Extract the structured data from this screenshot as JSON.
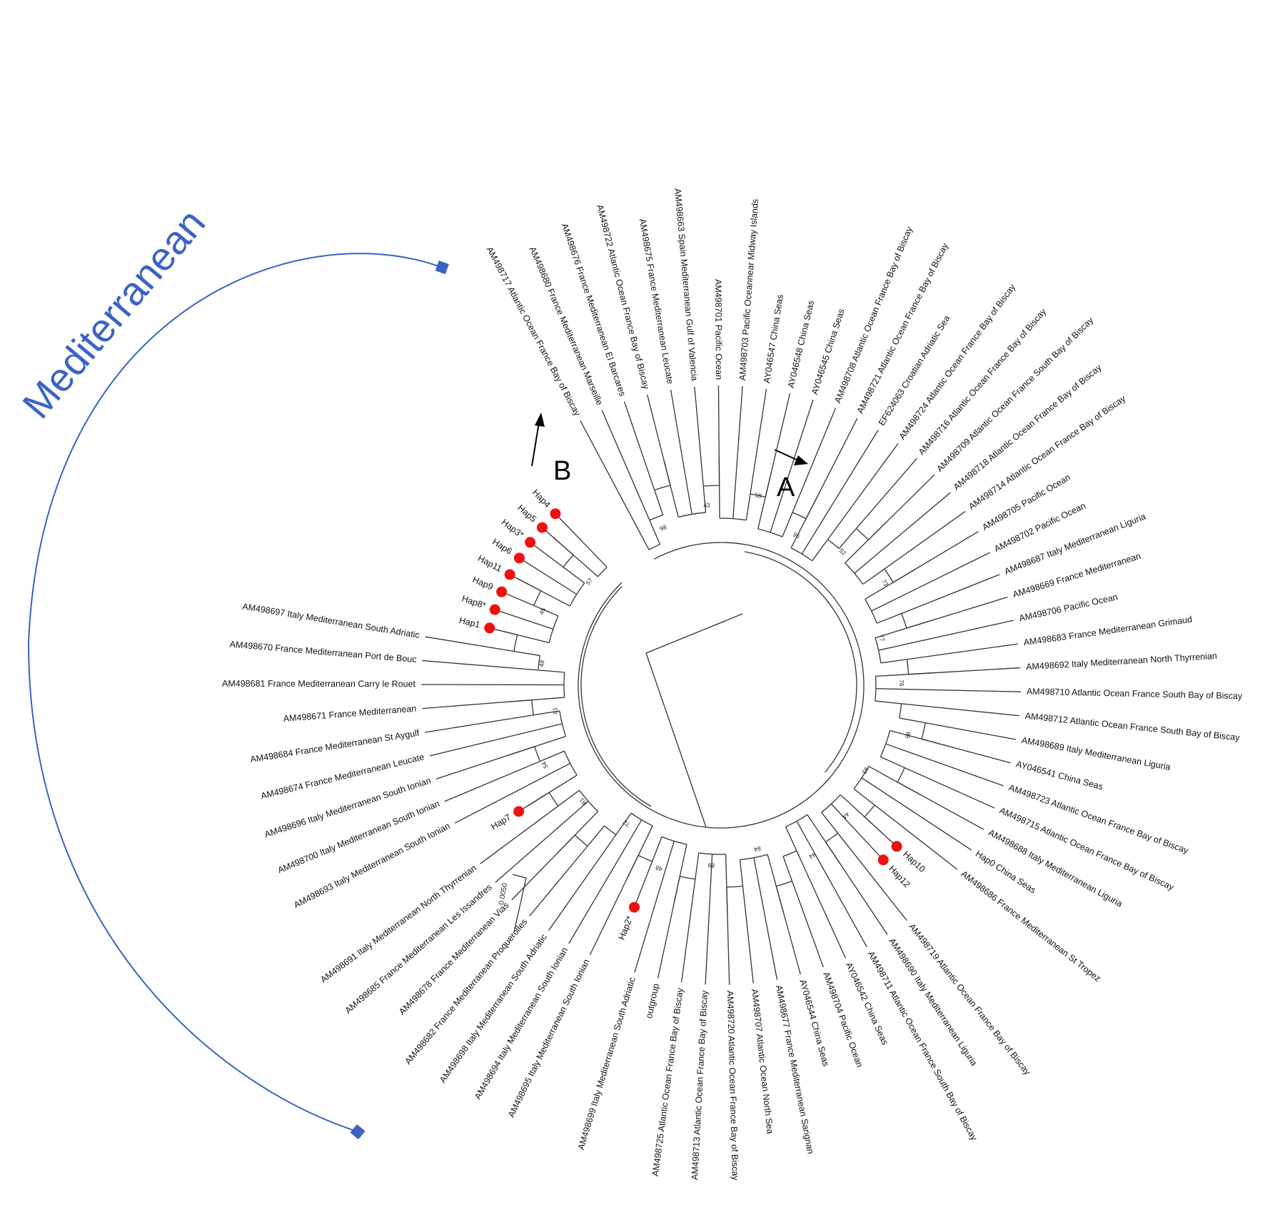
{
  "colors": {
    "branch": "#333333",
    "haplotype_marker": "#ee1111",
    "clade_bracket": "#3a63c4",
    "background": "#ffffff"
  },
  "clade": {
    "label": "Mediterranean"
  },
  "markers": [
    {
      "id": "A",
      "label": "A"
    },
    {
      "id": "B",
      "label": "B"
    }
  ],
  "scale_bar": {
    "label": "0.0050"
  },
  "tips": [
    {
      "label": "AM498717 Atlantic Ocean France Bay of Biscay",
      "red": false
    },
    {
      "label": "AM498680 France Mediterranean Marseille",
      "red": false
    },
    {
      "label": "AM498676 France Mediterranean El Barcares",
      "red": false
    },
    {
      "label": "AM498722 Atlantic Ocean France Bay of Biscay",
      "red": false
    },
    {
      "label": "AM498675 France Mediterranean Leucate",
      "red": false
    },
    {
      "label": "AM498663 Spain Mediterranean Gulf of Valencia",
      "red": false
    },
    {
      "label": "AM498701 Pacific Ocean",
      "red": false
    },
    {
      "label": "AM498703 Pacific Oceannear Midway Islands",
      "red": false
    },
    {
      "label": "AY046547 China Seas",
      "red": false
    },
    {
      "label": "AY046548 China Seas",
      "red": false
    },
    {
      "label": "AY046545 China Seas",
      "red": false
    },
    {
      "label": "AM498708 Atlantic Ocean France Bay of Biscay",
      "red": false
    },
    {
      "label": "AM498721 Atlantic Ocean France Bay of Biscay",
      "red": false
    },
    {
      "label": "EF624063 Croatian Adriatic Sea",
      "red": false
    },
    {
      "label": "AM498724 Atlantic Ocean France Bay of Biscay",
      "red": false
    },
    {
      "label": "AM498716 Atlantic Ocean France Bay of Biscay",
      "red": false
    },
    {
      "label": "AM498709 Atlantic Ocean France South Bay of Biscay",
      "red": false
    },
    {
      "label": "AM498718 Atlantic Ocean France Bay of Biscay",
      "red": false
    },
    {
      "label": "AM498714 Atlantic Ocean France Bay of Biscay",
      "red": false
    },
    {
      "label": "AM498705 Pacific Ocean",
      "red": false
    },
    {
      "label": "AM498702 Pacific Ocean",
      "red": false
    },
    {
      "label": "AM498687 Italy Mediterranean Liguria",
      "red": false
    },
    {
      "label": "AM498669 France Mediterranean",
      "red": false
    },
    {
      "label": "AM498706 Pacific Ocean",
      "red": false
    },
    {
      "label": "AM498683 France Mediterranean Grimaud",
      "red": false
    },
    {
      "label": "AM498692 Italy Mediterranean North Thyrrenian",
      "red": false
    },
    {
      "label": "AM498710 Atlantic Ocean France South Bay of Biscay",
      "red": false
    },
    {
      "label": "AM498712 Atlantic Ocean France South Bay of Biscay",
      "red": false
    },
    {
      "label": "AM498689 Italy Mediterranean Liguria",
      "red": false
    },
    {
      "label": "AY046541 China Seas",
      "red": false
    },
    {
      "label": "AM498723 Atlantic Ocean France Bay of Biscay",
      "red": false
    },
    {
      "label": "AM498715 Atlantic Ocean France Bay of Biscay",
      "red": false
    },
    {
      "label": "AM498688 Italy Mediterranean Liguria",
      "red": false
    },
    {
      "label": "Hap0 China Seas",
      "red": false
    },
    {
      "label": "AM498686 France Mediterranean St Tropez",
      "red": false
    },
    {
      "label": "Hap10",
      "red": true
    },
    {
      "label": "Hap12",
      "red": true
    },
    {
      "label": "AM498719 Atlantic Ocean France Bay of Biscay",
      "red": false
    },
    {
      "label": "AM498690 Italy Mediterranean Liguria",
      "red": false
    },
    {
      "label": "AM498711 Atlantic Ocean France South Bay of Biscay",
      "red": false
    },
    {
      "label": "AY046542 China Seas",
      "red": false
    },
    {
      "label": "AM498704 Pacific Ocean",
      "red": false
    },
    {
      "label": "AY046544 China Seas",
      "red": false
    },
    {
      "label": "AM498677 France Mediterranean Sarignan",
      "red": false
    },
    {
      "label": "AM498707 Atlantic Ocean North Sea",
      "red": false
    },
    {
      "label": "AM498720 Atlantic Ocean France Bay of Biscay",
      "red": false
    },
    {
      "label": "AM498713 Atlantic Ocean France Bay of Biscay",
      "red": false
    },
    {
      "label": "AM498725 Atlantic Ocean France Bay of Biscay",
      "red": false
    },
    {
      "label": "outgroup",
      "red": false
    },
    {
      "label": "AM498699 Italy Mediterranean South Adriatic",
      "red": false
    },
    {
      "label": "Hap2*",
      "red": true
    },
    {
      "label": "AM498695 Italy Mediterranean South Ionian",
      "red": false
    },
    {
      "label": "AM498694 Italy Mediterranean South Ionian",
      "red": false
    },
    {
      "label": "AM498698 Italy Mediterranean South Adriatic",
      "red": false
    },
    {
      "label": "AM498682 France Mediterranean Proquerolles",
      "red": false
    },
    {
      "label": "AM498678 France Mediterranean Vias",
      "red": false
    },
    {
      "label": "AM498685 France Mediterranean Les Issandres",
      "red": false
    },
    {
      "label": "AM498691 Italy Mediterranean North Thyrrenian",
      "red": false
    },
    {
      "label": "Hap7",
      "red": true
    },
    {
      "label": "AM498693 Italy Mediterranean South Ionian",
      "red": false
    },
    {
      "label": "AM498700 Italy Mediterranean South Ionian",
      "red": false
    },
    {
      "label": "AM498696 Italy Mediterranean South Ionian",
      "red": false
    },
    {
      "label": "AM498674 France Mediterranean Leucate",
      "red": false
    },
    {
      "label": "AM498684 France Mediterranean St Aygulf",
      "red": false
    },
    {
      "label": "AM498671 France Mediterranean",
      "red": false
    },
    {
      "label": "AM498681 France Mediterranean Carry le Rouet",
      "red": false
    },
    {
      "label": "AM498670 France Mediterranean Port de Bouc",
      "red": false
    },
    {
      "label": "AM498697 Italy Mediterranean South Adriatic",
      "red": false
    },
    {
      "label": "Hap1",
      "red": true
    },
    {
      "label": "Hap8*",
      "red": true
    },
    {
      "label": "Hap9",
      "red": true
    },
    {
      "label": "Hap11",
      "red": true
    },
    {
      "label": "Hap6",
      "red": true
    },
    {
      "label": "Hap3*",
      "red": true
    },
    {
      "label": "Hap5",
      "red": true
    },
    {
      "label": "Hap4",
      "red": true
    }
  ],
  "bootstrap_values": [
    "98",
    "43",
    "58",
    "96",
    "52",
    "73",
    "77",
    "76",
    "98",
    "93",
    "44",
    "44",
    "84",
    "89",
    "48",
    "72",
    "61",
    "54",
    "81",
    "48",
    "45",
    "57"
  ]
}
